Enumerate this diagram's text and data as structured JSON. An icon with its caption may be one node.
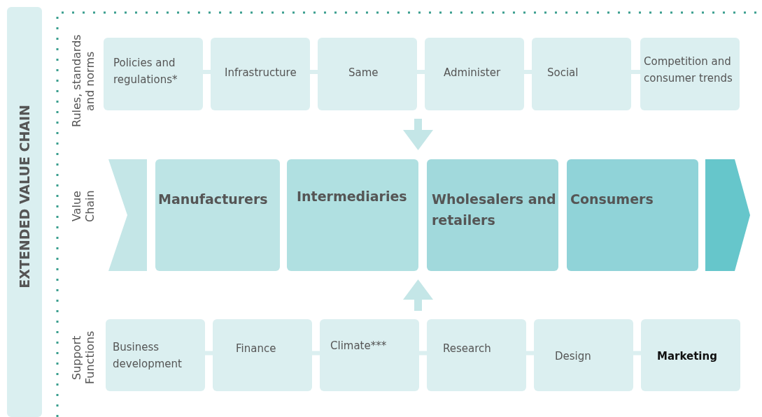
{
  "diagram": {
    "nodes": [
      {
        "text": [
          "EXTENDED VALUE CHAIN"
        ]
      },
      {
        "text": [
          "Policies and regulations*"
        ]
      },
      {
        "text": [
          "Infrastructure"
        ]
      },
      {
        "text": [
          "Same"
        ]
      },
      {
        "text": [
          "Administer"
        ]
      },
      {
        "text": [
          "Social"
        ]
      },
      {
        "text": [
          "Competition and consumer trends"
        ]
      },
      {
        "text": [],
        "shape": "chevron"
      },
      {
        "text": [
          "Manufacturers"
        ]
      },
      {
        "text": [
          "Intermediaries"
        ]
      },
      {
        "text": [
          "Wholesalers and retailers"
        ]
      },
      {
        "text": [
          "Consumers"
        ]
      },
      {
        "text": [],
        "shape": "chevron"
      },
      {
        "text": [
          "Business development"
        ]
      },
      {
        "text": [
          "Finance"
        ]
      },
      {
        "text": [
          "Climate***"
        ]
      },
      {
        "text": [
          "Research"
        ]
      },
      {
        "text": [
          "Design"
        ]
      },
      {
        "text": [
          "Marketing"
        ]
      }
    ],
    "edges": [
      {
        "from": 1,
        "to": 2,
        "arrow": "none"
      },
      {
        "from": 2,
        "to": 3,
        "arrow": "none"
      },
      {
        "from": 3,
        "to": 4,
        "arrow": "none"
      },
      {
        "from": 4,
        "to": 5,
        "arrow": "none"
      },
      {
        "from": 5,
        "to": 6,
        "arrow": "none"
      },
      {
        "from": 13,
        "to": 14,
        "arrow": "none"
      },
      {
        "from": 14,
        "to": 15,
        "arrow": "none"
      },
      {
        "from": 15,
        "to": 16,
        "arrow": "none"
      },
      {
        "from": 16,
        "to": 17,
        "arrow": "none"
      },
      {
        "from": 17,
        "to": 18,
        "arrow": "none"
      },
      {
        "from": 3,
        "to": 9,
        "arrow": "to",
        "style": "thick"
      },
      {
        "from": 15,
        "to": 9,
        "arrow": "to",
        "style": "thick"
      }
    ],
    "labels": [
      "Rules, standards and norms",
      "Value Chain",
      "Support Functions"
    ]
  }
}
